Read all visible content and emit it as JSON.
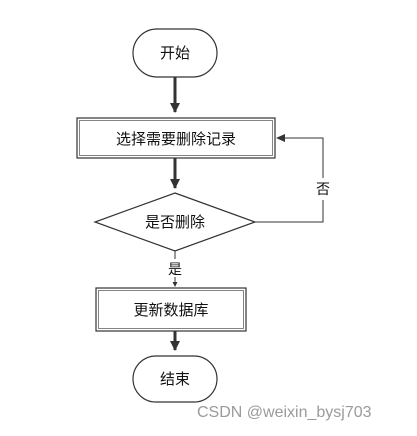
{
  "nodes": {
    "start": "开始",
    "select": "选择需要删除记录",
    "decision": "是否删除",
    "update": "更新数据库",
    "end": "结束"
  },
  "edges": {
    "yes": "是",
    "no": "否"
  },
  "watermark": "CSDN @weixin_bysj703"
}
